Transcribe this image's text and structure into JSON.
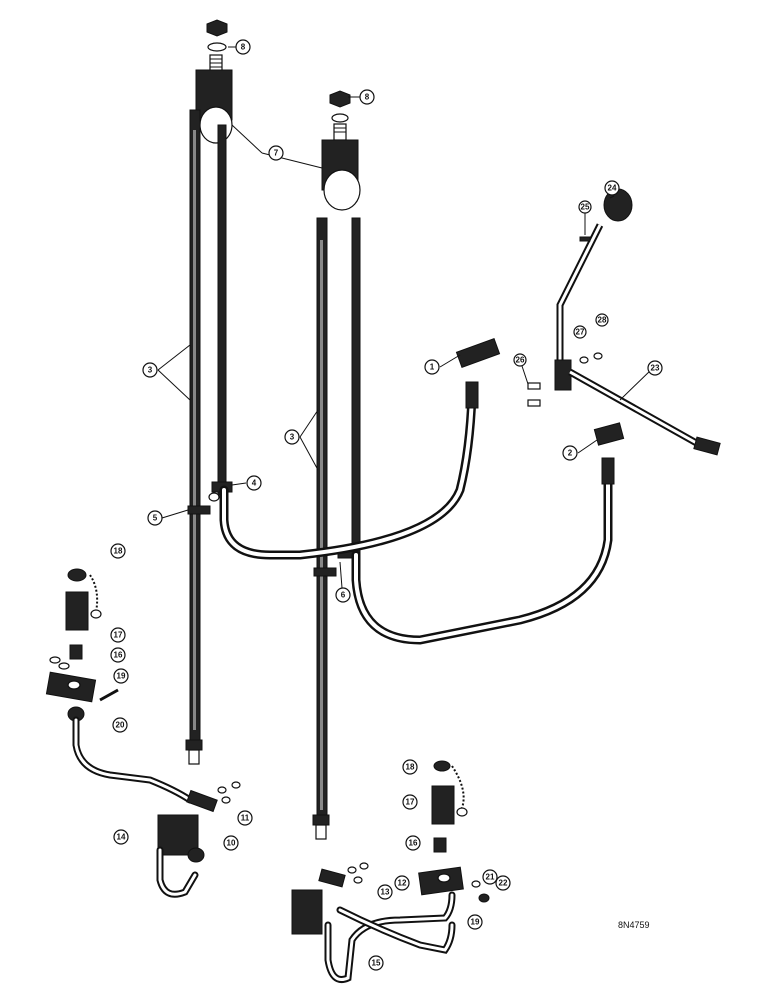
{
  "diagram": {
    "reference": "8N4759",
    "callouts": [
      "8",
      "8",
      "7",
      "3",
      "3",
      "4",
      "5",
      "6",
      "1",
      "2",
      "24",
      "25",
      "27",
      "28",
      "26",
      "23",
      "18",
      "17",
      "16",
      "19",
      "20",
      "14",
      "11",
      "10",
      "18",
      "17",
      "16",
      "12",
      "13",
      "21",
      "22",
      "19",
      "15"
    ]
  }
}
